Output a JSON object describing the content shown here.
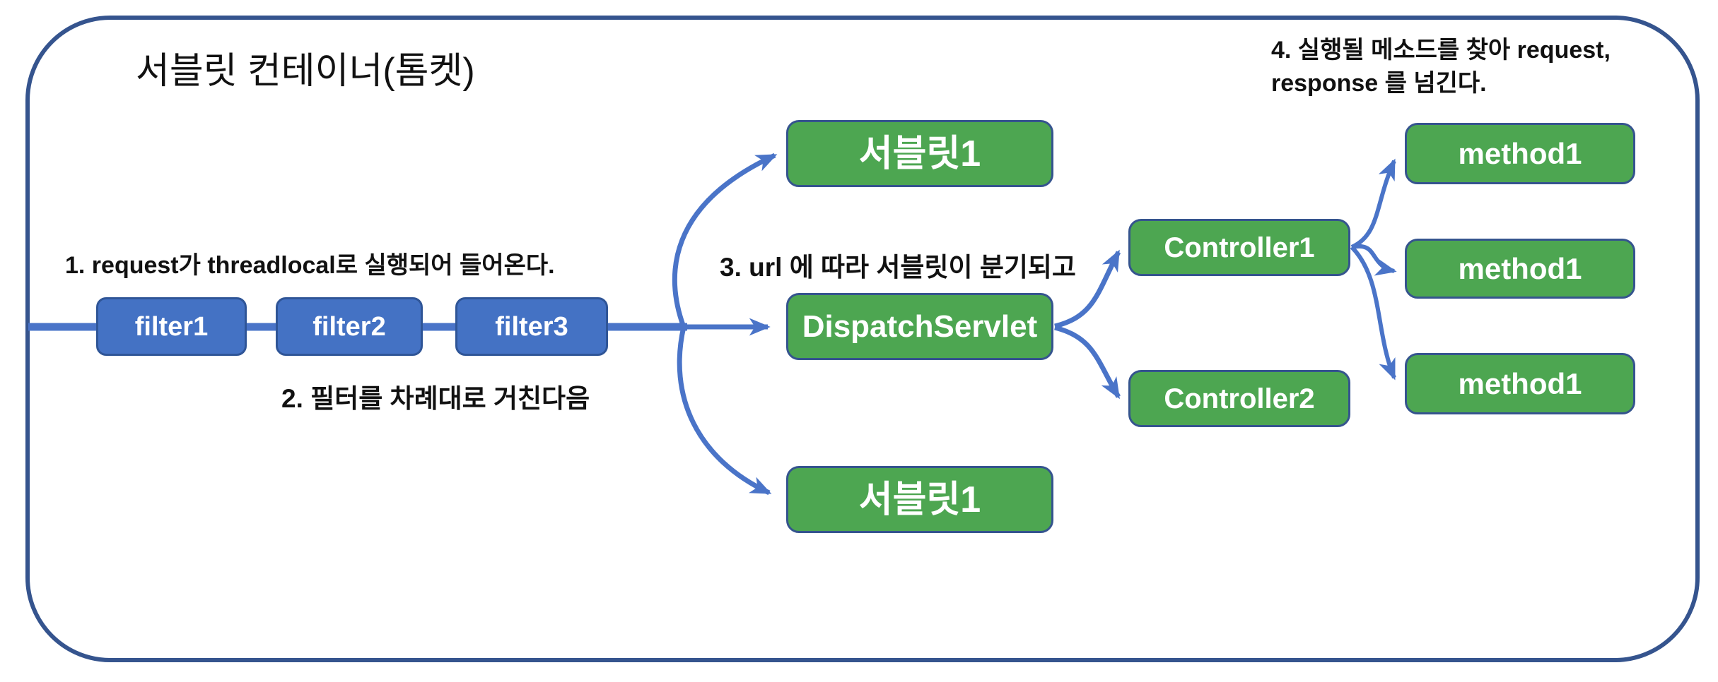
{
  "diagram": {
    "title": "서블릿 컨테이너(톰켓)",
    "annotations": {
      "step1": "1. request가 threadlocal로 실행되어 들어온다.",
      "step2": "2. 필터를 차례대로 거친다음",
      "step3": "3. url 에 따라 서블릿이 분기되고",
      "step4_line1": "4. 실행될 메소드를 찾아 request,",
      "step4_line2": "response 를 넘긴다."
    },
    "nodes": {
      "filter1": "filter1",
      "filter2": "filter2",
      "filter3": "filter3",
      "servlet_top": "서블릿1",
      "dispatch_servlet": "DispatchServlet",
      "servlet_bottom": "서블릿1",
      "controller1": "Controller1",
      "controller2": "Controller2",
      "method_top": "method1",
      "method_middle": "method1",
      "method_bottom": "method1"
    },
    "colors": {
      "blue_fill": "#4472c4",
      "blue_border": "#2f5597",
      "green_fill": "#4da651",
      "green_border": "#35548e",
      "arrow": "#4a74c8",
      "outer_border": "#35548e",
      "text": "#111111"
    }
  }
}
